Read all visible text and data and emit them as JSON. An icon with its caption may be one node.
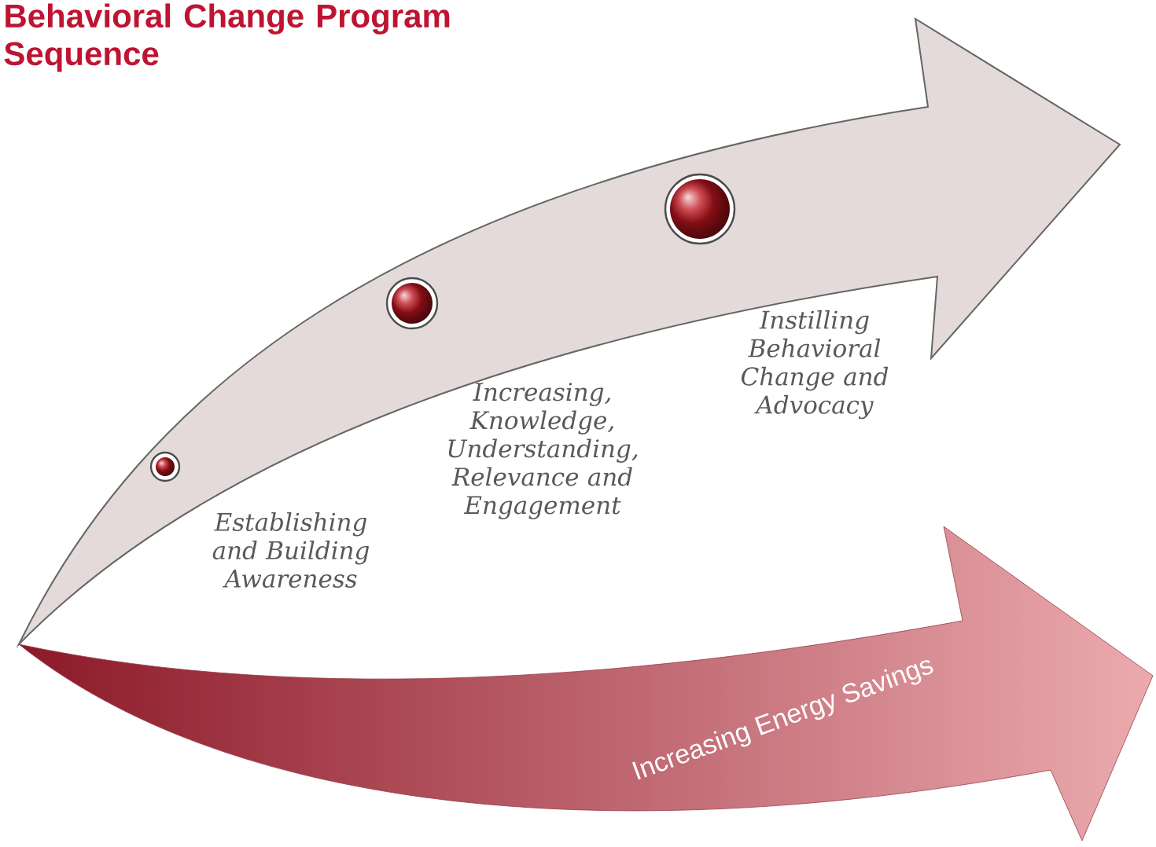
{
  "diagram": {
    "title": "Behavioral Change Program Sequence",
    "nodes": [
      {
        "text": [],
        "shape": "arrow"
      },
      {
        "text": [
          "Establishing and Building Awareness"
        ],
        "in": 0
      },
      {
        "text": [
          "Increasing, Knowledge, Understanding, Relevance and Engagement"
        ],
        "in": 0
      },
      {
        "text": [
          "Instilling Behavioral Change and Advocacy"
        ],
        "in": 0
      },
      {
        "text": [
          "Increasing Energy Savings"
        ]
      }
    ]
  }
}
